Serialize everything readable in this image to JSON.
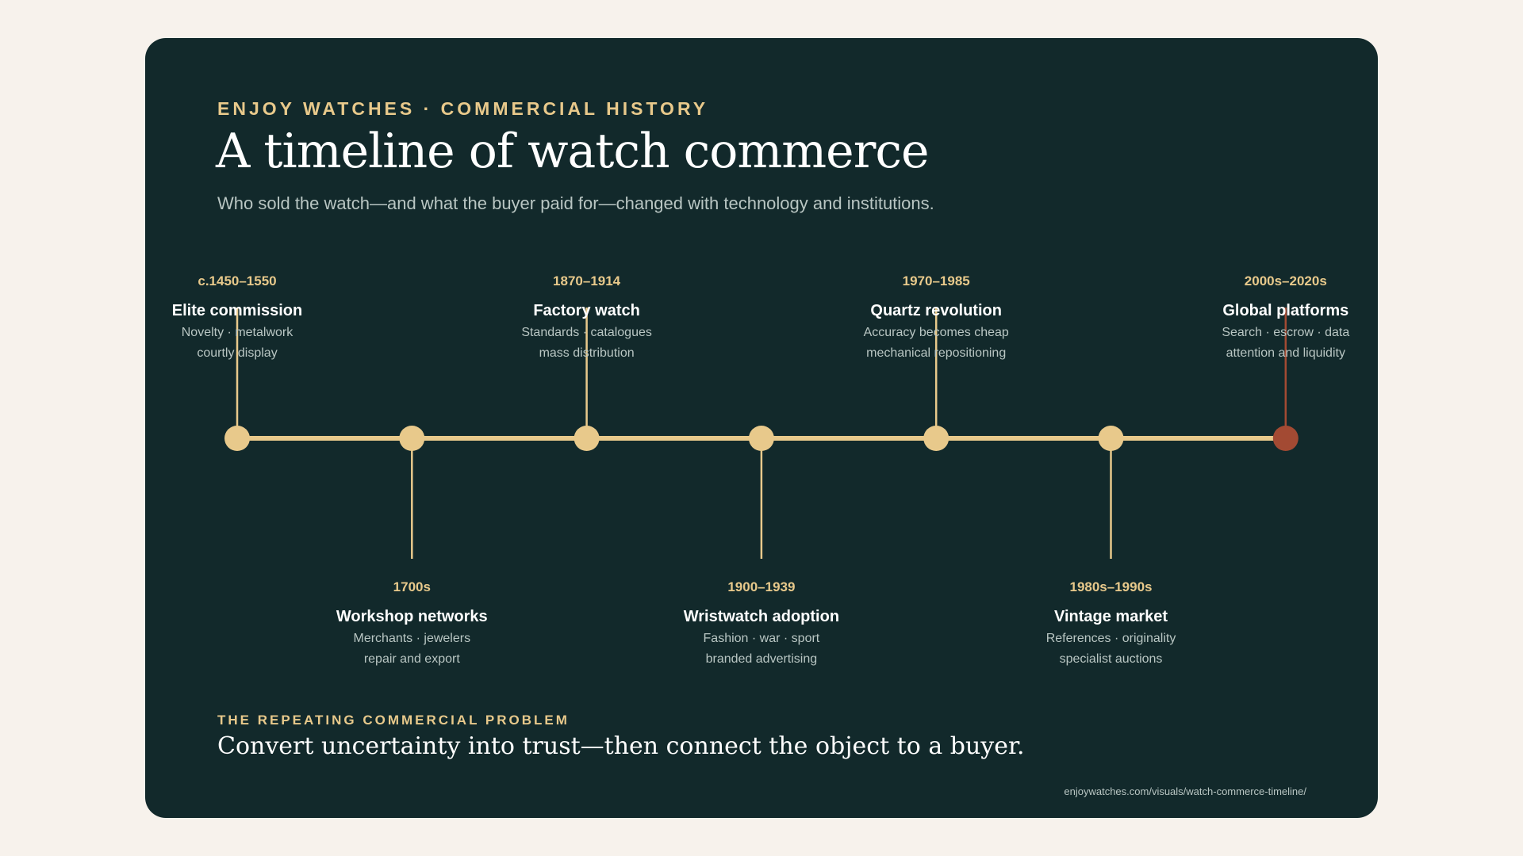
{
  "header": {
    "eyebrow": "ENJOY WATCHES · COMMERCIAL HISTORY",
    "title": "A timeline of watch commerce",
    "subtitle": "Who sold the watch—and what the buyer paid for—changed with technology and institutions."
  },
  "colors": {
    "background": "#f7f2ec",
    "card": "#12292b",
    "accent": "#e8c98b",
    "highlight": "#a34a33",
    "text": "#ffffff",
    "muted": "#b9c6c3"
  },
  "events": [
    {
      "date": "c.1450–1550",
      "title": "Elite commission",
      "line1": "Novelty · metalwork",
      "line2": "courtly display",
      "position": "above"
    },
    {
      "date": "1700s",
      "title": "Workshop networks",
      "line1": "Merchants · jewelers",
      "line2": "repair and export",
      "position": "below"
    },
    {
      "date": "1870–1914",
      "title": "Factory watch",
      "line1": "Standards · catalogues",
      "line2": "mass distribution",
      "position": "above"
    },
    {
      "date": "1900–1939",
      "title": "Wristwatch adoption",
      "line1": "Fashion · war · sport",
      "line2": "branded advertising",
      "position": "below"
    },
    {
      "date": "1970–1985",
      "title": "Quartz revolution",
      "line1": "Accuracy becomes cheap",
      "line2": "mechanical repositioning",
      "position": "above"
    },
    {
      "date": "1980s–1990s",
      "title": "Vintage market",
      "line1": "References · originality",
      "line2": "specialist auctions",
      "position": "below"
    },
    {
      "date": "2000s–2020s",
      "title": "Global platforms",
      "line1": "Search · escrow · data",
      "line2": "attention and liquidity",
      "position": "above",
      "highlight": true
    }
  ],
  "footer": {
    "label": "THE REPEATING COMMERCIAL PROBLEM",
    "text": "Convert uncertainty into trust—then connect the object to a buyer.",
    "url": "enjoywatches.com/visuals/watch-commerce-timeline/"
  }
}
